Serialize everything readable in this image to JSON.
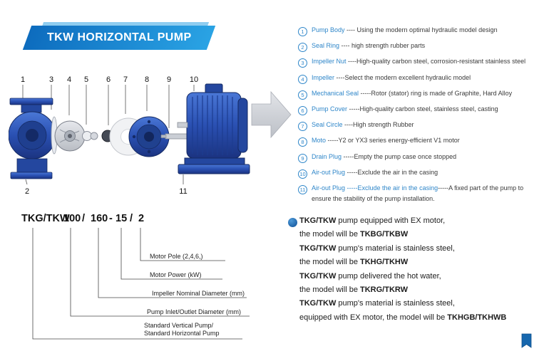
{
  "banner": {
    "title": "TKW HORIZONTAL PUMP"
  },
  "diagram": {
    "callouts_top": [
      "1",
      "3",
      "4",
      "5",
      "6",
      "7",
      "8",
      "9",
      "10"
    ],
    "callouts_bottom": [
      "2",
      "11"
    ]
  },
  "parts": [
    {
      "num": "1",
      "name": "Pump Body",
      "desc_blue": "",
      "desc": " ---- Using the modern optimal hydraulic model design"
    },
    {
      "num": "2",
      "name": "Seal Ring",
      "desc_blue": "",
      "desc": " ---- high strength rubber parts"
    },
    {
      "num": "3",
      "name": "Impeller Nut",
      "desc_blue": "",
      "desc": " ----High-quality carbon steel, corrosion-resistant stainless steel"
    },
    {
      "num": "4",
      "name": "Impeller",
      "desc_blue": "",
      "desc": " ----Select the modern excellent hydraulic model"
    },
    {
      "num": "5",
      "name": "Mechanical Seal",
      "desc_blue": "",
      "desc": " -----Rotor (stator) ring is made of Graphite, Hard Alloy"
    },
    {
      "num": "6",
      "name": "Pump Cover",
      "desc_blue": "",
      "desc": " -----High-quality carbon steel, stainless steel, casting"
    },
    {
      "num": "7",
      "name": "Seal Circle",
      "desc_blue": "",
      "desc": " ----High strength Rubber"
    },
    {
      "num": "8",
      "name": "Moto",
      "desc_blue": "",
      "desc": " -----Y2 or YX3 series energy-efficient V1 motor"
    },
    {
      "num": "9",
      "name": "Drain Plug",
      "desc_blue": "",
      "desc": " -----Empty the pump case once stopped"
    },
    {
      "num": "10",
      "name": "Air-out Plug",
      "desc_blue": "",
      "desc": " -----Exclude the air in the casing"
    },
    {
      "num": "11",
      "name": "Air-out Plug",
      "desc_blue": " -----Exclude the air in the casing",
      "desc": "-----A fixed part of the pump to ensure the stability of the pump installation."
    }
  ],
  "model_code": {
    "segments": [
      "TKG/TKW",
      "100",
      "/",
      "160",
      "-",
      "15",
      "/",
      "2"
    ],
    "labels": {
      "motor_pole": "Motor Pole (2,4,6,)",
      "motor_power": "Motor Power  (kW)",
      "impeller_diameter": "Impeller Nominal Diameter (mm)",
      "inlet_outlet": "Pump Inlet/Outlet Diameter (mm)",
      "standard_line1": "Standard Vertical Pump/",
      "standard_line2": "Standard  Horizontal Pump"
    }
  },
  "notes": [
    {
      "b1": "TKG/TKW",
      "t": " pump equipped with EX motor,",
      "b2": ""
    },
    {
      "b1": "",
      "t": "the model will be ",
      "b2": "TKBG/TKBW"
    },
    {
      "b1": "TKG/TKW",
      "t": " pump's material is stainless steel,",
      "b2": ""
    },
    {
      "b1": "",
      "t": "the model will be ",
      "b2": "TKHG/TKHW"
    },
    {
      "b1": "TKG/TKW",
      "t": " pump delivered the hot water,",
      "b2": ""
    },
    {
      "b1": "",
      "t": "the model will be ",
      "b2": "TKRG/TKRW"
    },
    {
      "b1": "TKG/TKW",
      "t": " pump's material is stainless steel,",
      "b2": ""
    },
    {
      "b1": "",
      "t": "equipped with EX motor, the model will be ",
      "b2": "TKHGB/TKHWB"
    }
  ],
  "colors": {
    "accent_blue": "#2e86c9",
    "banner_blue": "#1a85d4",
    "pump_blue": "#2a50b2",
    "text_dark": "#222222"
  }
}
